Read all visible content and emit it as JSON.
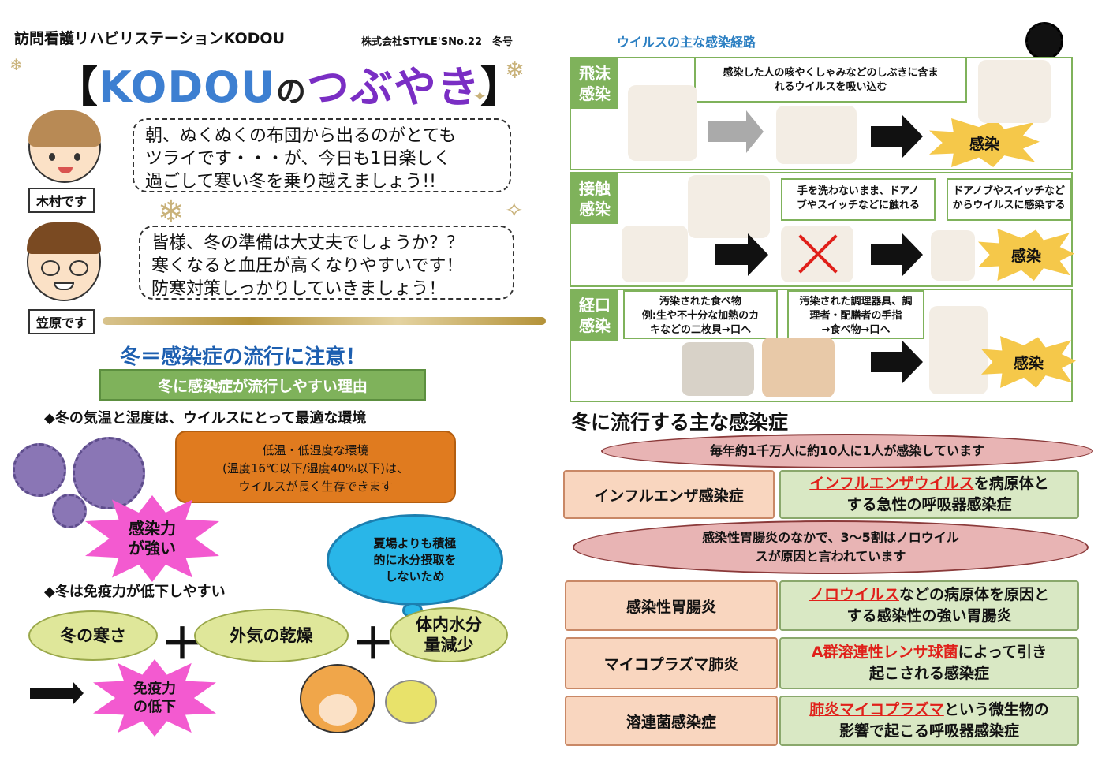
{
  "header": {
    "org": "訪問看護リハビリステーションKODOU",
    "issue": "株式会社STYLE'SNo.22　冬号",
    "logo": {
      "open": "【",
      "brand": "KODOU",
      "no": "の",
      "word": "つぶやき",
      "close": "】"
    }
  },
  "greetings": [
    {
      "name": "木村です",
      "text": [
        "朝、ぬくぬくの布団から出るのがとても",
        "ツライです・・・が、今日も1日楽しく",
        "過ごして寒い冬を乗り越えましょう!!"
      ]
    },
    {
      "name": "笠原です",
      "text": [
        "皆様、冬の準備は大丈夫でしょうか？？",
        "寒くなると血圧が高くなりやすいです！",
        "防寒対策しっかりしていきましょう！"
      ]
    }
  ],
  "infection_section": {
    "title": "冬＝感染症の流行に注意！",
    "subtitle": "冬に感染症が流行しやすい理由",
    "point1": "◆冬の気温と湿度は、ウイルスにとって最適な環境",
    "env_box": [
      "低温・低湿度な環境",
      "(温度16℃以下/湿度40%以下)は、",
      "ウイルスが長く生存できます"
    ],
    "strong": [
      "感染力",
      "が強い"
    ],
    "cloud": [
      "夏場よりも積極",
      "的に水分摂取を",
      "しないため"
    ],
    "point2": "◆冬は免疫力が低下しやすい",
    "factors": [
      "冬の寒さ",
      "外気の乾燥"
    ],
    "water": [
      "体内水分",
      "量減少"
    ],
    "plus": "＋",
    "immunity": [
      "免疫力",
      "の低下"
    ]
  },
  "routes": {
    "title": "ウイルスの主な感染経路",
    "droplet": {
      "label": [
        "飛沫",
        "感染"
      ],
      "desc": [
        "感染した人の咳やくしゃみなどのしぶきに含ま",
        "れるウイルスを吸い込む"
      ],
      "result": "感染"
    },
    "contact": {
      "label": [
        "接触",
        "感染"
      ],
      "step1": [
        "手を洗わないまま、ドアノ",
        "ブやスイッチなどに触れる"
      ],
      "step2": [
        "ドアノブやスイッチなど",
        "からウイルスに感染する"
      ],
      "result": "感染"
    },
    "oral": {
      "label": [
        "経口",
        "感染"
      ],
      "step1": [
        "汚染された食べ物",
        "例:生や不十分な加熱のカ",
        "キなどの二枚貝→口へ"
      ],
      "step2": [
        "汚染された調理器具、調",
        "理者・配膳者の手指",
        "→食べ物→口へ"
      ],
      "result": "感染"
    }
  },
  "diseases": {
    "title": "冬に流行する主な感染症",
    "note1": "毎年約1千万人に約10人に1人が感染しています",
    "note2": [
      "感染性胃腸炎のなかで、3～5割はノロウイル",
      "スが原因と言われています"
    ],
    "items": [
      {
        "name": "インフルエンザ感染症",
        "pathogen": "インフルエンザウイルス",
        "rest1": "を病原体と",
        "rest2": "する急性の呼吸器感染症"
      },
      {
        "name": "感染性胃腸炎",
        "pathogen": "ノロウイルス",
        "rest1": "などの病原体を原因と",
        "rest2": "する感染性の強い胃腸炎"
      },
      {
        "name": "マイコプラズマ肺炎",
        "pathogen": "A群溶連性レンサ球菌",
        "rest1": "によって引き",
        "rest2": "起こされる感染症"
      },
      {
        "name": "溶連菌感染症",
        "pathogen": "肺炎マイコプラズマ",
        "rest1": "という微生物の",
        "rest2": "影響で起こる呼吸器感染症"
      }
    ]
  },
  "colors": {
    "green": "#7fb25b",
    "brand_blue": "#3d7fd1",
    "brand_purple": "#7a2ec4",
    "pathogen_red": "#e0201a"
  }
}
